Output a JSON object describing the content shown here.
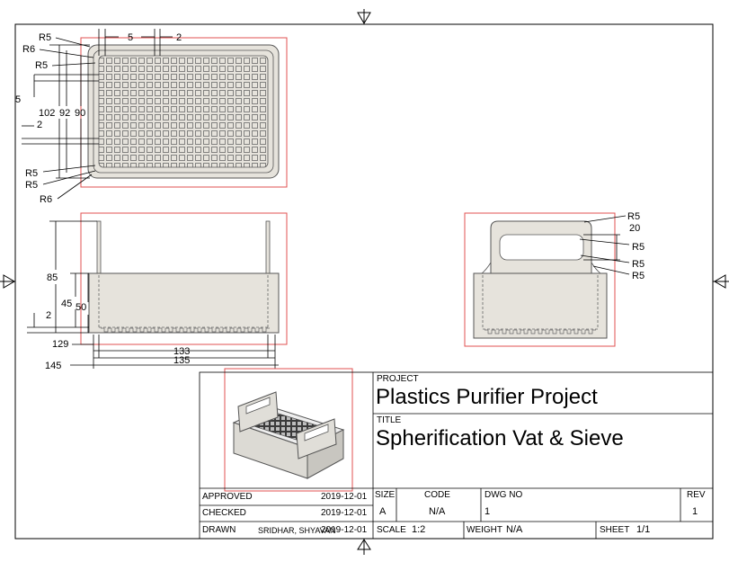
{
  "top_view": {
    "labels": {
      "r5_a": "R5",
      "r6_a": "R6",
      "r5_b": "R5",
      "d5_top": "5",
      "d2_top": "2",
      "d5_left": "5",
      "d102": "102",
      "d92": "92",
      "d90": "90",
      "d2_left": "2",
      "r5_c": "R5",
      "r5_d": "R5",
      "r6_b": "R6"
    }
  },
  "front_view": {
    "labels": {
      "d85": "85",
      "d45": "45",
      "d50": "50",
      "d2": "2",
      "d129": "129",
      "d133": "133",
      "d135": "135",
      "d145": "145"
    }
  },
  "side_view": {
    "labels": {
      "r5_a": "R5",
      "d20": "20",
      "r5_b": "R5",
      "r5_c": "R5",
      "r5_d": "R5"
    }
  },
  "title_block": {
    "project_label": "PROJECT",
    "project": "Plastics Purifier Project",
    "title_label": "TITLE",
    "title": "Spherification Vat & Sieve",
    "approved_label": "APPROVED",
    "approved_date": "2019-12-01",
    "checked_label": "CHECKED",
    "checked_date": "2019-12-01",
    "drawn_label": "DRAWN",
    "drawn_by": "SRIDHAR, SHYAVAN",
    "drawn_date": "2019-12-01",
    "size_label": "SIZE",
    "size": "A",
    "code_label": "CODE",
    "code": "N/A",
    "dwg_label": "DWG NO",
    "dwg": "1",
    "rev_label": "REV",
    "rev": "1",
    "scale_label": "SCALE",
    "scale": "1:2",
    "weight_label": "WEIGHT",
    "weight": "N/A",
    "sheet_label": "SHEET",
    "sheet": "1/1"
  },
  "colors": {
    "part_fill": "#e6e3dc",
    "part_stroke": "#555555",
    "selection_box": "#e05050"
  }
}
